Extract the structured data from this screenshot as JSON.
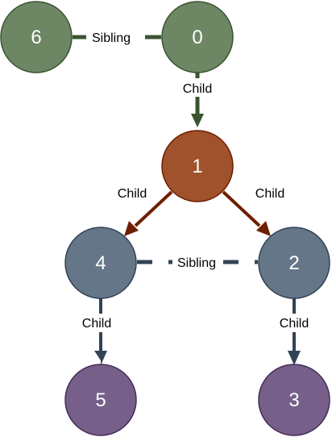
{
  "colors": {
    "green_fill": "#6d8764",
    "green_stroke": "#3a5431",
    "red_fill": "#a0522d",
    "red_stroke": "#6d1f00",
    "slate_fill": "#647687",
    "slate_stroke": "#314354",
    "purple_fill": "#76608a",
    "purple_stroke": "#432d57",
    "label_text": "#ffffff",
    "edge_text": "#000000"
  },
  "nodes": {
    "n6": {
      "label": "6"
    },
    "n0": {
      "label": "0"
    },
    "n1": {
      "label": "1"
    },
    "n4": {
      "label": "4"
    },
    "n2": {
      "label": "2"
    },
    "n5": {
      "label": "5"
    },
    "n3": {
      "label": "3"
    }
  },
  "edges": {
    "sibling_6_0": {
      "label": "Sibling"
    },
    "child_0_1": {
      "label": "Child"
    },
    "child_1_4": {
      "label": "Child"
    },
    "child_1_2": {
      "label": "Child"
    },
    "sibling_4_2": {
      "label": "Sibling"
    },
    "child_4_5": {
      "label": "Child"
    },
    "child_2_3": {
      "label": "Child"
    }
  }
}
